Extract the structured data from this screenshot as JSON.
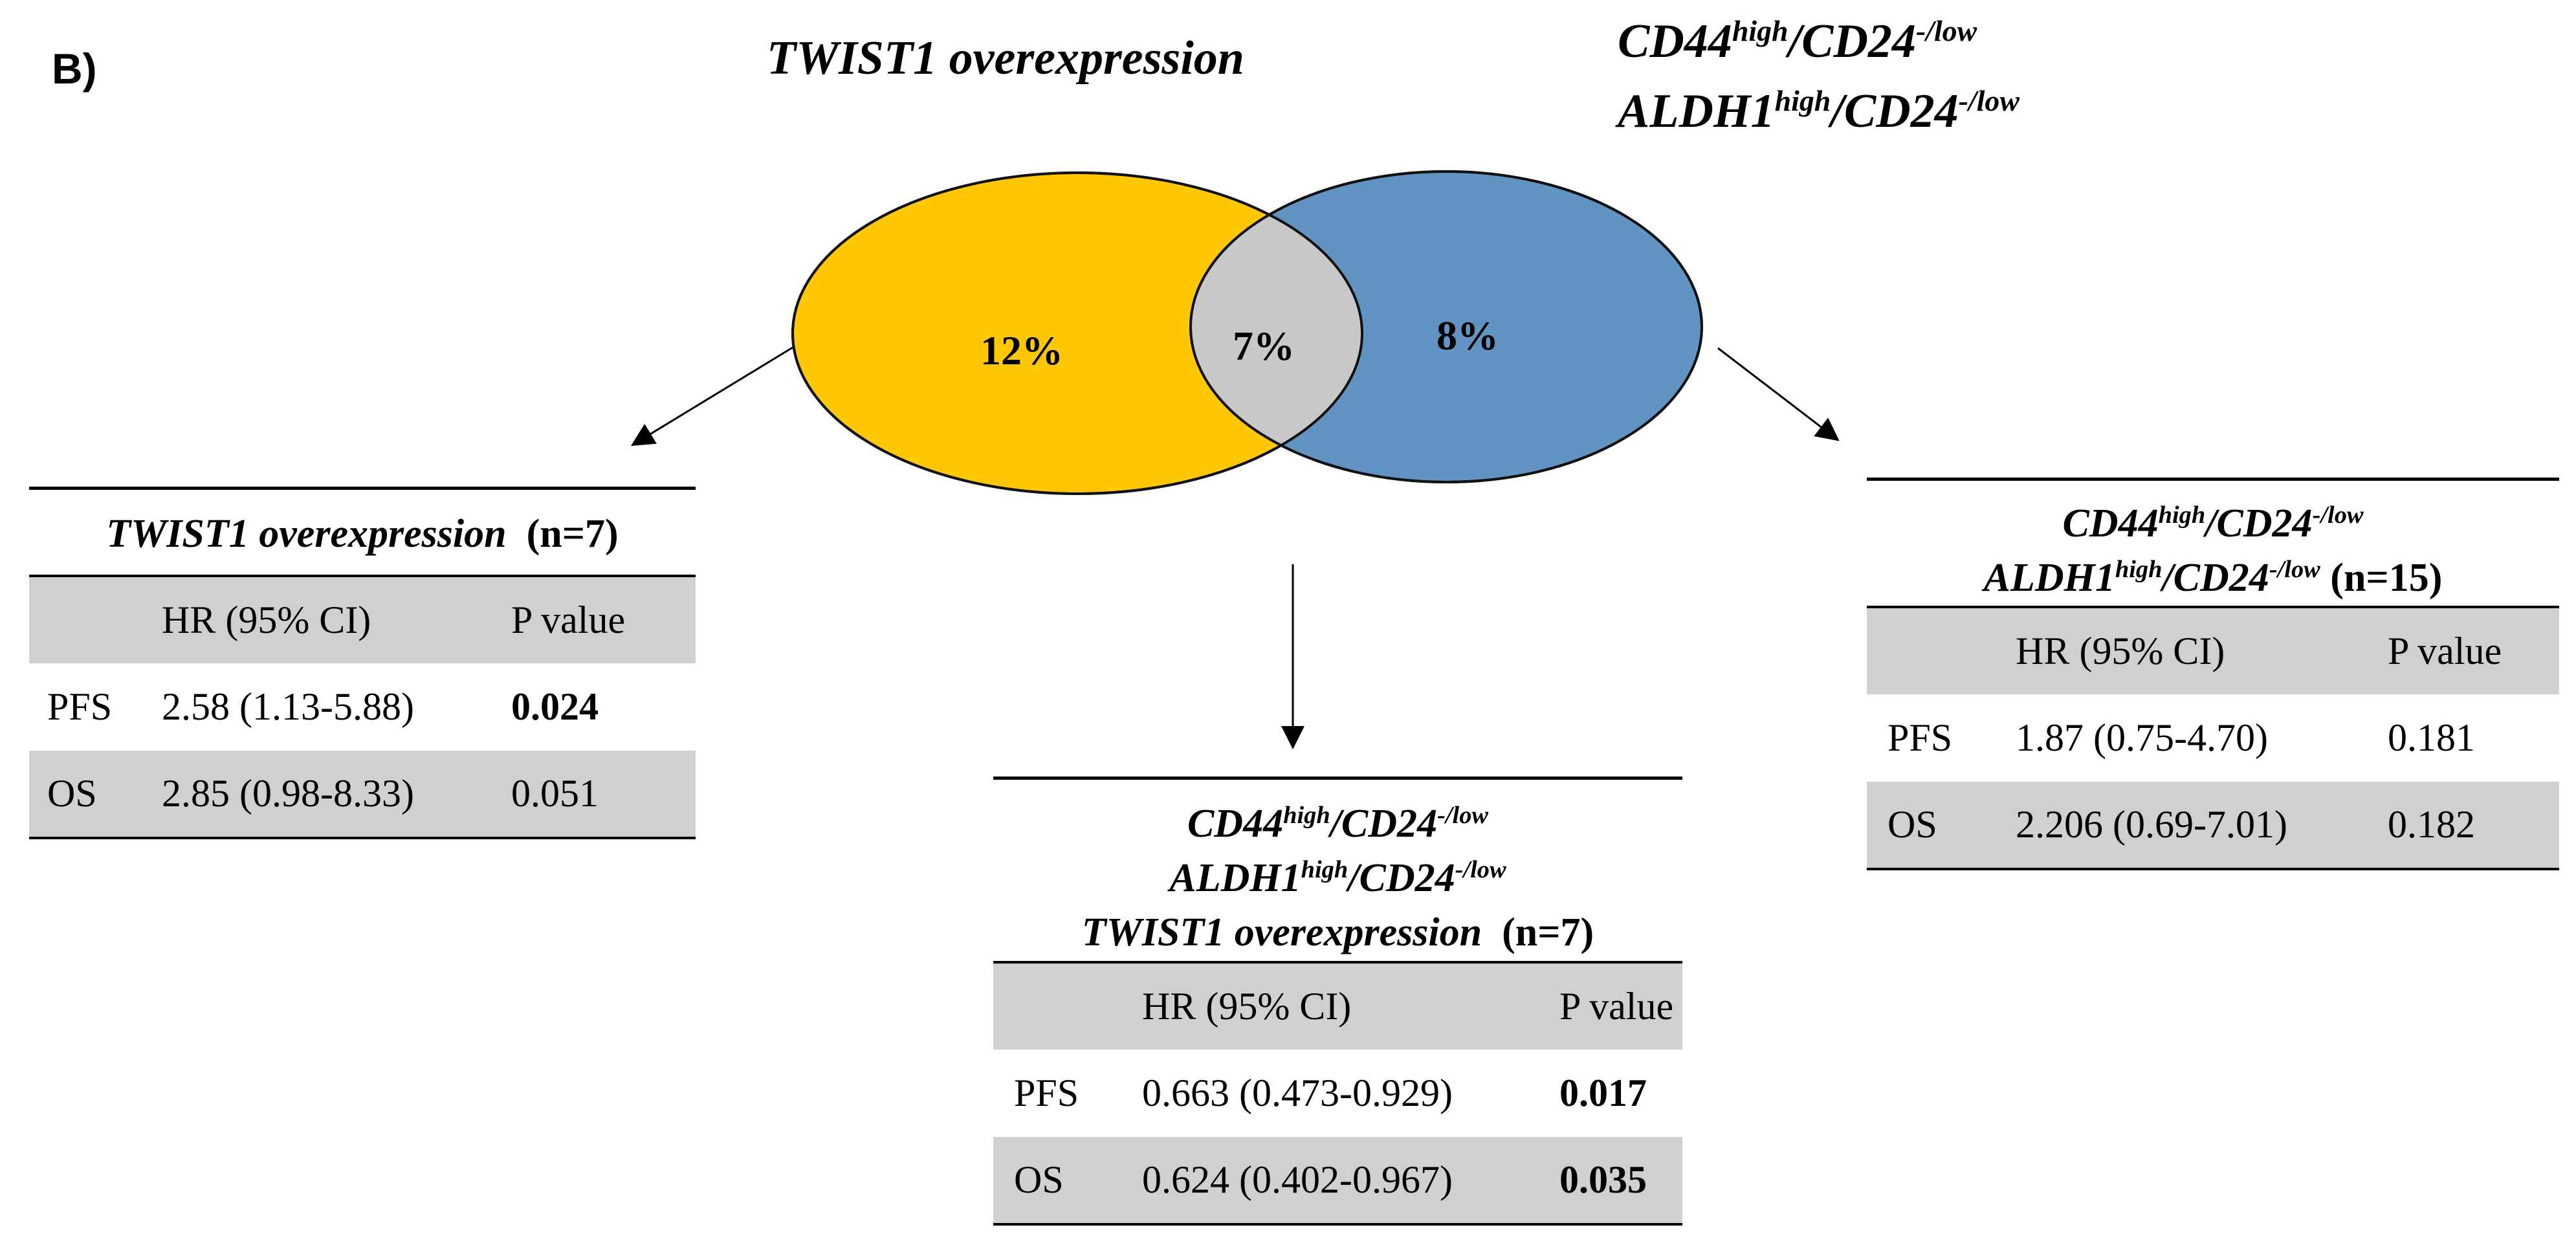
{
  "panel_label": "B)",
  "venn": {
    "set_left": {
      "label": "TWIST1 overexpression",
      "percent": "12%",
      "color": "#FFC802"
    },
    "set_right": {
      "label_line1": {
        "a": "CD44",
        "a_sup": "high",
        "b": "/CD24",
        "b_sup": "-/low"
      },
      "label_line2": {
        "a": "ALDH1",
        "a_sup": "high",
        "b": "/CD24",
        "b_sup": "-/low"
      },
      "percent": "8%",
      "color": "#6194C3"
    },
    "intersection": {
      "percent": "7%",
      "color": "#C8C8C8"
    }
  },
  "tables": {
    "left": {
      "title_italic": "TWIST1 overexpression",
      "n_label": "(n=7)",
      "header": {
        "hr": "HR (95% CI)",
        "p": "P value"
      },
      "rows": [
        {
          "label": "PFS",
          "hr": "2.58 (1.13-5.88)",
          "p": "0.024"
        },
        {
          "label": "OS",
          "hr": "2.85 (0.98-8.33)",
          "p": "0.051"
        }
      ]
    },
    "center": {
      "title_line1": {
        "a": "CD44",
        "a_sup": "high",
        "b": "/CD24",
        "b_sup": "-/low"
      },
      "title_line2": {
        "a": "ALDH1",
        "a_sup": "high",
        "b": "/CD24",
        "b_sup": "-/low"
      },
      "title_line3_italic": "TWIST1 overexpression",
      "n_label": "(n=7)",
      "header": {
        "hr": "HR (95% CI)",
        "p": "P value"
      },
      "rows": [
        {
          "label": "PFS",
          "hr": "0.663 (0.473-0.929)",
          "p": "0.017"
        },
        {
          "label": "OS",
          "hr": "0.624 (0.402-0.967)",
          "p": "0.035"
        }
      ]
    },
    "right": {
      "title_line1": {
        "a": "CD44",
        "a_sup": "high",
        "b": "/CD24",
        "b_sup": "-/low"
      },
      "title_line2": {
        "a": "ALDH1",
        "a_sup": "high",
        "b": "/CD24",
        "b_sup": "-/low"
      },
      "n_label": "(n=15)",
      "header": {
        "hr": "HR (95% CI)",
        "p": "P value"
      },
      "rows": [
        {
          "label": "PFS",
          "hr": "1.87 (0.75-4.70)",
          "p": "0.181"
        },
        {
          "label": "OS",
          "hr": "2.206 (0.69-7.01)",
          "p": "0.182"
        }
      ]
    }
  }
}
